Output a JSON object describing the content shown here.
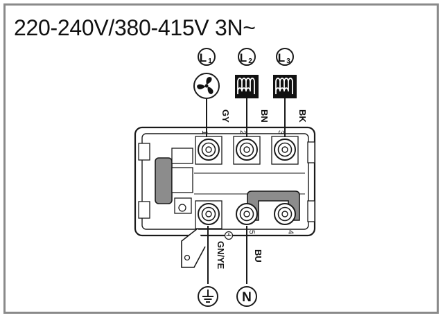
{
  "title": "220-240V/380-415V 3N~",
  "phases": [
    {
      "symbol": "L",
      "sub": "1",
      "load_icon": "fan-icon",
      "wire_color": "GY",
      "terminal": "1"
    },
    {
      "symbol": "L",
      "sub": "2",
      "load_icon": "heating-coil-icon",
      "wire_color": "BN",
      "terminal": "2"
    },
    {
      "symbol": "L",
      "sub": "3",
      "load_icon": "heating-coil-icon",
      "wire_color": "BK",
      "terminal": "3"
    }
  ],
  "earth": {
    "wire_color": "GN/YE",
    "symbol": "earth-ground-icon"
  },
  "neutral": {
    "wire_color": "BU",
    "symbol": "N",
    "terminals": [
      "5",
      "4"
    ]
  },
  "colors": {
    "line": "#1a1a1a",
    "frame": "#8a8a8a",
    "bridge": "#8c8c8c",
    "icon_fill": "#111111"
  }
}
